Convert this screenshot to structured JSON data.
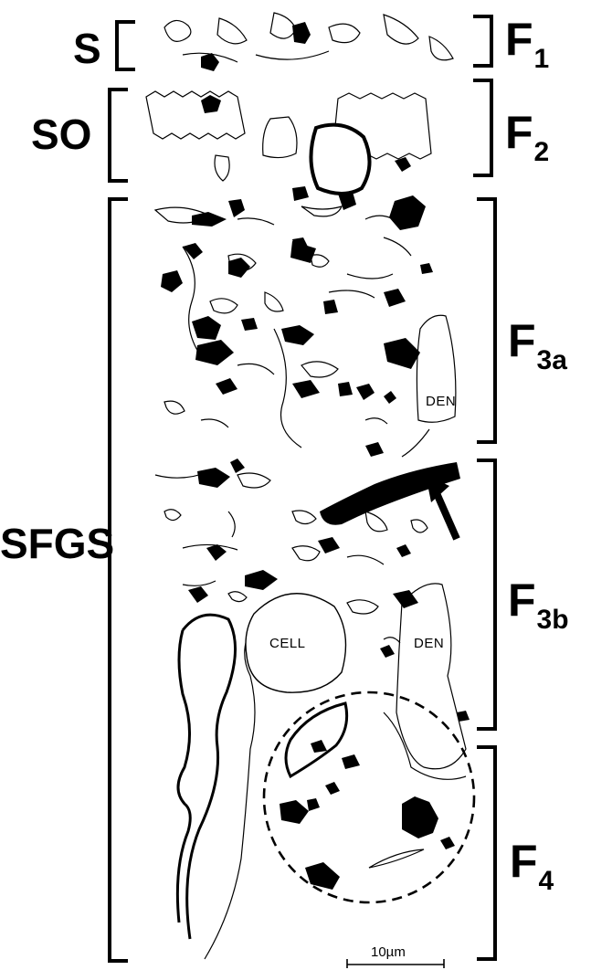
{
  "layers": {
    "s": "S",
    "so": "SO",
    "sfgs": "SFGS"
  },
  "fractions": {
    "f1": {
      "main": "F",
      "sub": "1"
    },
    "f2": {
      "main": "F",
      "sub": "2"
    },
    "f3a": {
      "main": "F",
      "sub": "3a"
    },
    "f3b": {
      "main": "F",
      "sub": "3b"
    },
    "f4": {
      "main": "F",
      "sub": "4"
    }
  },
  "structures": {
    "den_upper": "DEN",
    "den_lower": "DEN",
    "cell": "CELL"
  },
  "scale_bar": "10µm",
  "colors": {
    "ink": "#000000",
    "background": "#ffffff"
  }
}
